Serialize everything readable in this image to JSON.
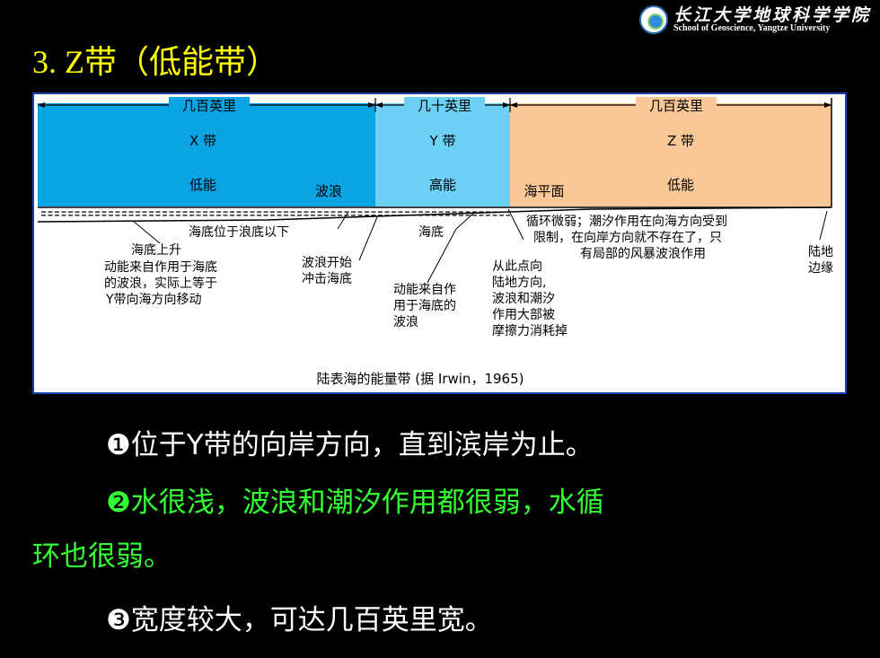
{
  "header": {
    "logo_cn": "长江大学地球科学学院",
    "logo_en": "School of Geoscience, Yangtze University",
    "title": "3. Z带（低能带）"
  },
  "diagram": {
    "top_labels": [
      "几百英里",
      "几十英里",
      "几百英里"
    ],
    "zone_x": {
      "name": "X 带",
      "energy": "低能",
      "wave": "波浪"
    },
    "zone_y": {
      "name": "Y 带",
      "energy": "高能"
    },
    "zone_z": {
      "name": "Z 带",
      "sea_level": "海平面",
      "energy": "低能"
    },
    "colors": {
      "x": "#0aa3e3",
      "y": "#6dd0f5",
      "z": "#f9c896",
      "border": "#1a3fb0"
    },
    "ann_seafloor_below": "海底位于浪底以下",
    "ann_seafloor_rise": "海底上升",
    "ann_x_desc": [
      "动能来自作用于海底",
      "的波浪，实际上等于",
      "Y带向海方向移动"
    ],
    "ann_wave_start": [
      "波浪开始",
      "冲击海底"
    ],
    "ann_seafloor": "海底",
    "ann_y_desc": [
      "动能来自作",
      "用于海底的",
      "波浪"
    ],
    "ann_from_here": [
      "从此点向",
      "陆地方向,",
      "波浪和潮汐",
      "作用大部被",
      "摩擦力消耗掉"
    ],
    "ann_z_desc": [
      "循环微弱；潮汐作用在向海方向受到",
      "限制，在向岸方向就不存在了，只",
      "有局部的风暴波浪作用"
    ],
    "ann_land": [
      "陆地",
      "边缘"
    ],
    "caption": "陆表海的能量带 (据 Irwin，1965)"
  },
  "bullets": {
    "b1": "❶位于Y带的向岸方向，直到滨岸为止。",
    "b2_line1": "❷水很浅，波浪和潮汐作用都很弱，水循",
    "b2_line2": "环也很弱。",
    "b3": "❸宽度较大，可达几百英里宽。"
  }
}
